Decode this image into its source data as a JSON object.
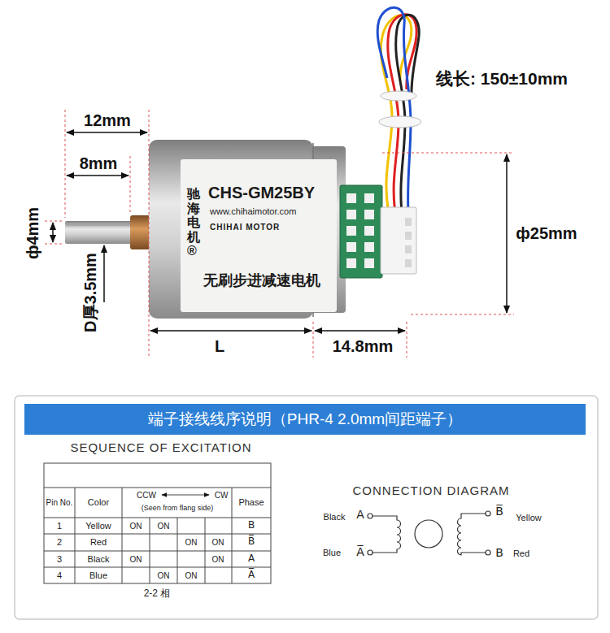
{
  "diagram": {
    "nodes": [
      {
        "text": [
          "驰海电机®",
          "CHS-GM25BY",
          "www.chihaimotor.com",
          "CHIHAI MOTOR",
          "无刷步进减速电机"
        ]
      },
      {
        "text": [
          "端子接线线序说明（PHR-4  2.0mm间距端子）"
        ]
      }
    ],
    "labels": [
      "线长: 150±10mm",
      "12mm",
      "8mm",
      "ф4mm",
      "D厚3.5mm",
      "L",
      "14.8mm",
      "ф25mm",
      "SEQUENCE OF EXCITATION",
      "Pin No.",
      "Color",
      "CCW",
      "CW",
      "(Seen from flang side)",
      "Phase",
      "1",
      "Yellow",
      "ON",
      "ON",
      "B",
      "2",
      "Red",
      "ON",
      "ON",
      "B̅",
      "3",
      "Black",
      "ON",
      "ON",
      "A",
      "4",
      "Blue",
      "ON",
      "ON",
      "A̅",
      "2-2 相",
      "CONNECTION DIAGRAM",
      "Black",
      "A",
      "Blue",
      "A̅",
      "B̅",
      "Yellow",
      "B",
      "Red"
    ]
  }
}
